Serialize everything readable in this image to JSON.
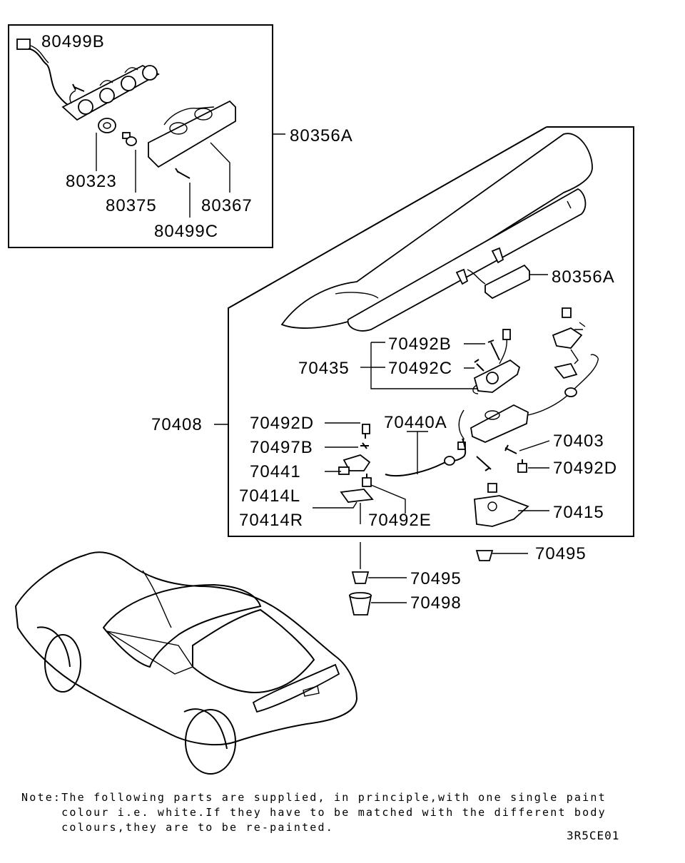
{
  "labels": {
    "p80499B": "80499B",
    "p80356A_top": "80356A",
    "p80323": "80323",
    "p80375": "80375",
    "p80367": "80367",
    "p80499C": "80499C",
    "p80356A_right": "80356A",
    "p70492B": "70492B",
    "p70435": "70435",
    "p70492C": "70492C",
    "p70408": "70408",
    "p70492D_left": "70492D",
    "p70440A": "70440A",
    "p70403": "70403",
    "p70497B": "70497B",
    "p70492D_right": "70492D",
    "p70441": "70441",
    "p70414L": "70414L",
    "p70415": "70415",
    "p70414R": "70414R",
    "p70492E": "70492E",
    "p70495_right": "70495",
    "p70495_left": "70495",
    "p70498": "70498"
  },
  "note": {
    "line1": "Note:The following parts are supplied, in principle,with one single paint",
    "line2": "     colour i.e. white.If they have to be matched with the different body",
    "line3": "     colours,they are to be re-painted."
  },
  "diagram_code": "3R5CE01"
}
